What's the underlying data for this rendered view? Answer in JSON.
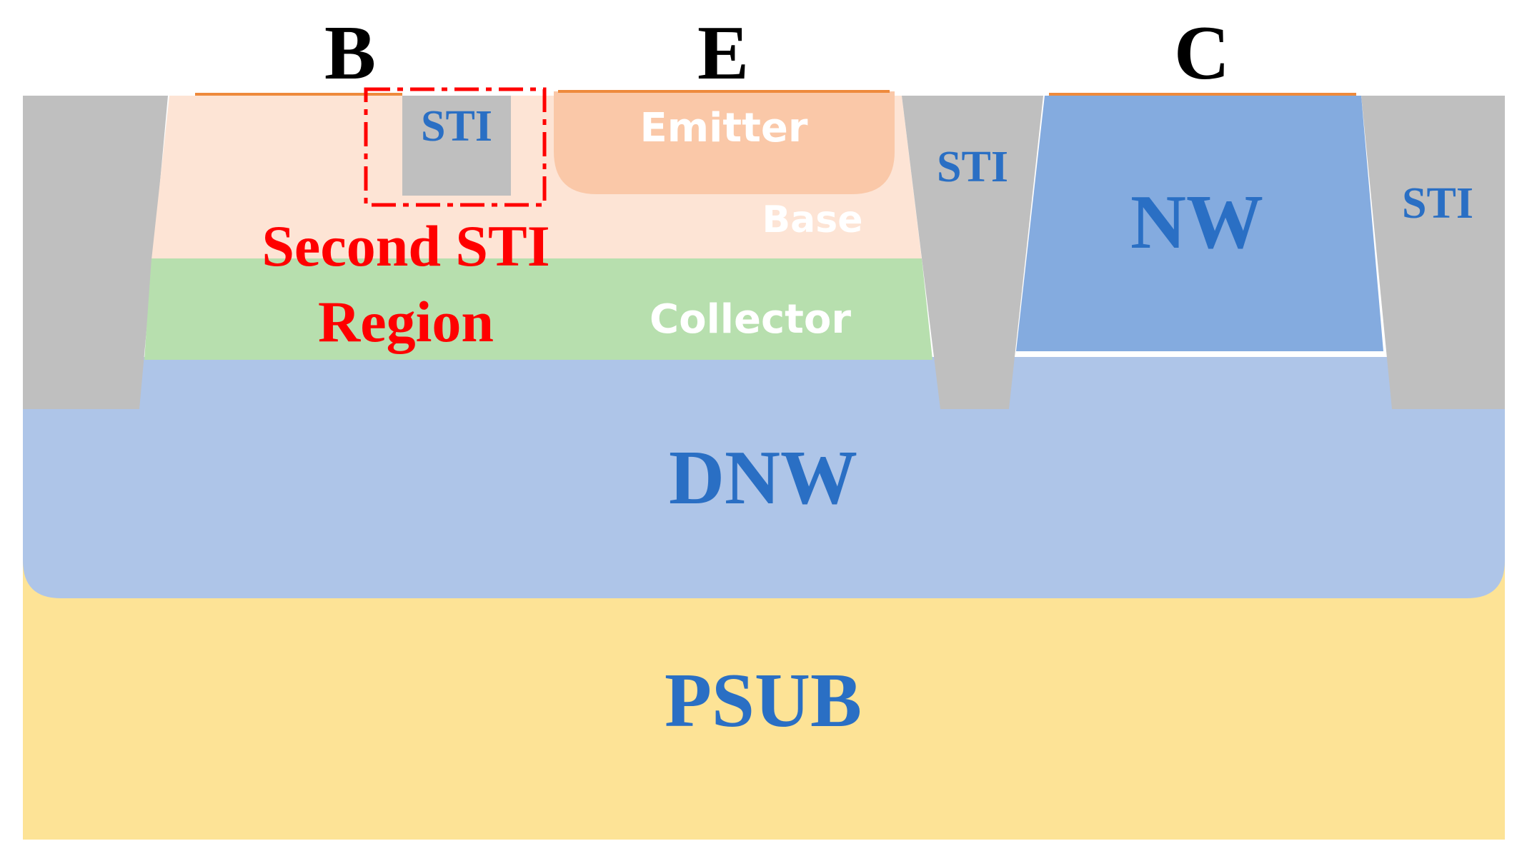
{
  "terminals": {
    "base": "B",
    "emitter": "E",
    "collector": "C"
  },
  "regions": {
    "sti_second": "STI",
    "sti_middle": "STI",
    "sti_right": "STI",
    "emitter": "Emitter",
    "base": "Base",
    "collector": "Collector",
    "nw": "NW",
    "dnw": "DNW",
    "psub": "PSUB"
  },
  "annotation": {
    "line1": "Second STI",
    "line2": "Region"
  },
  "colors": {
    "sti": "#bfbfbf",
    "base": "#fde4d5",
    "emitter": "#fac8a8",
    "collector": "#b7dfae",
    "nw": "#84abdf",
    "dnw": "#aec5e8",
    "psub": "#fde396",
    "contact": "#ee8a3c",
    "label_blue": "#2a6fc4",
    "annotation_red": "#ff0000"
  }
}
